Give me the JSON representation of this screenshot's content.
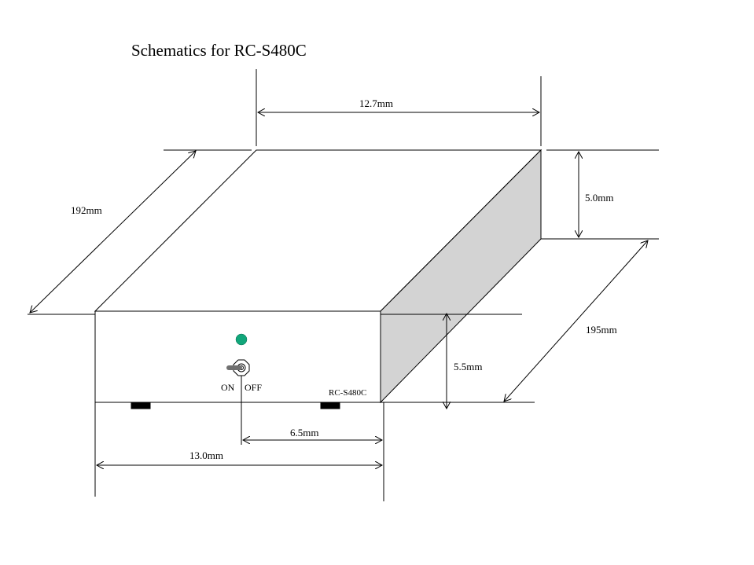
{
  "title": "Schematics for RC-S480C",
  "dimensions": {
    "top_width": "12.7mm",
    "depth_left": "192mm",
    "top_height": "5.0mm",
    "depth_right": "195mm",
    "front_height": "5.5mm",
    "switch_offset": "6.5mm",
    "front_width": "13.0mm"
  },
  "device": {
    "model_label": "RC-S480C",
    "switch_on": "ON",
    "switch_off": "OFF",
    "led_color": "#11a67a",
    "side_color": "#d3d3d3"
  }
}
